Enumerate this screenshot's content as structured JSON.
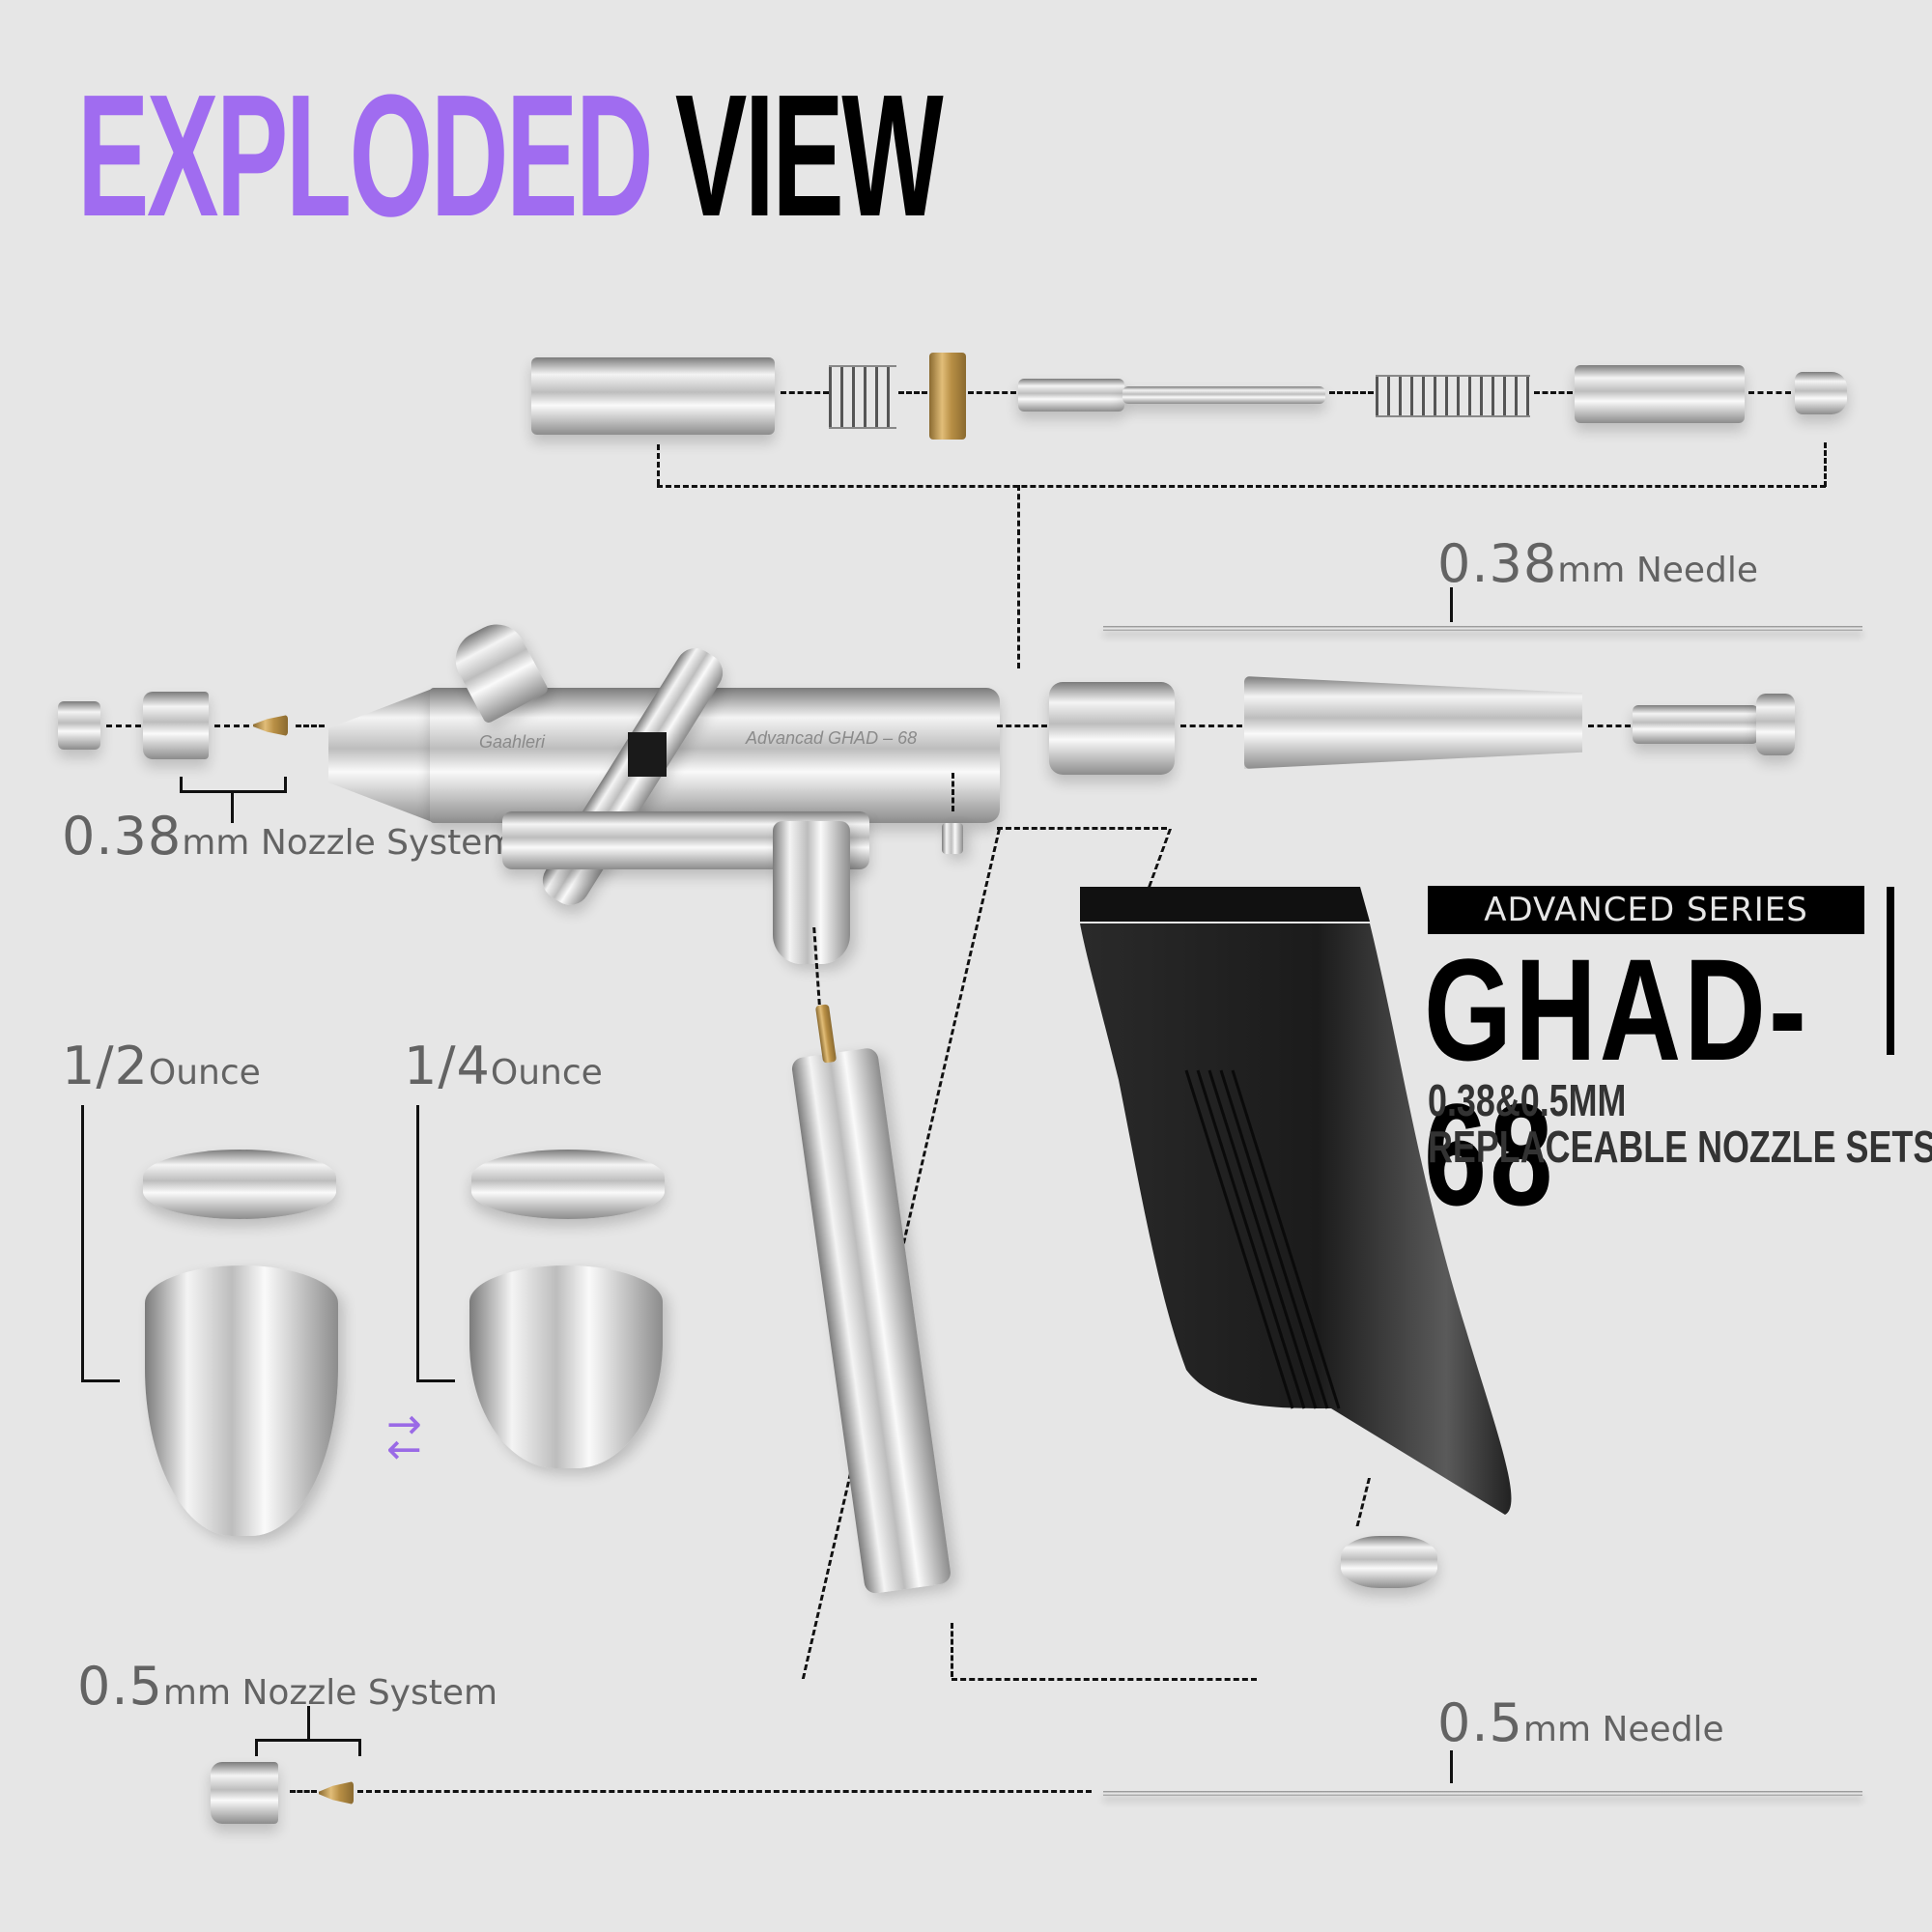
{
  "header": {
    "title_accent": "EXPLODED",
    "title_main": "VIEW",
    "accent_color": "#a06cf0"
  },
  "product": {
    "series_badge": "ADVANCED SERIES",
    "model": "GHAD-68",
    "spec_line1": "0.38&0.5MM",
    "spec_line2": "REPLACEABLE NOZZLE SETS"
  },
  "engraving": {
    "brand": "Gaahleri",
    "model": "Advancad   GHAD – 68"
  },
  "labels": {
    "needle_038": {
      "value": "0.38",
      "unit": "mm Needle"
    },
    "nozzle_038": {
      "value": "0.38",
      "unit": "mm Nozzle System"
    },
    "cup_half": {
      "value": "1/2",
      "unit": "Ounce"
    },
    "cup_quarter": {
      "value": "1/4",
      "unit": "Ounce"
    },
    "nozzle_05": {
      "value": "0.5",
      "unit": "mm Nozzle System"
    },
    "needle_05": {
      "value": "0.5",
      "unit": "mm Needle"
    }
  },
  "icons": {
    "swap_right": "→",
    "swap_left": "←"
  }
}
